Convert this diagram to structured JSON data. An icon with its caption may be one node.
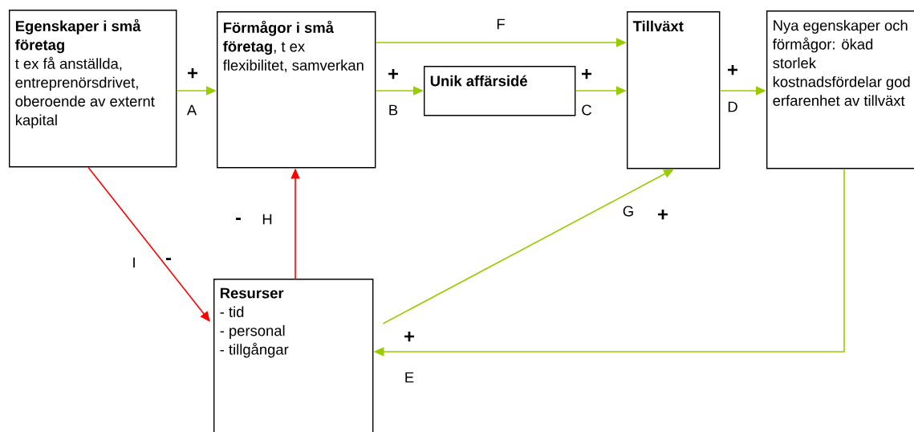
{
  "diagram": {
    "nodes": [
      {
        "text": [
          "Egenskaper i små företag",
          "t ex få anställda, entreprenörsdrivet, oberoende av externt kapital"
        ]
      },
      {
        "text": [
          "**Förmågor i små företag**, t ex flexibilitet, samverkan"
        ]
      },
      {
        "text": [
          "Unik affärsidé"
        ]
      },
      {
        "text": [
          "Tillväxt"
        ]
      },
      {
        "text": [
          "Nya egenskaper och förmågor: ökad storlek kostnadsfördelar god erfarenhet av tillväxt"
        ]
      },
      {
        "text": [
          "Resurser",
          "- tid",
          "- personal",
          "- tillgångar"
        ]
      }
    ],
    "edges": [
      {
        "from": 0,
        "to": 1,
        "arrow": "to",
        "label": "A"
      },
      {
        "from": 1,
        "to": 2,
        "arrow": "to",
        "label": "B"
      },
      {
        "from": 2,
        "to": 3,
        "arrow": "to",
        "label": "C"
      },
      {
        "from": 3,
        "to": 4,
        "arrow": "to",
        "label": "D"
      },
      {
        "from": 4,
        "to": 5,
        "arrow": "to",
        "label": "E"
      },
      {
        "from": 1,
        "to": 3,
        "arrow": "to",
        "label": "F"
      },
      {
        "from": 5,
        "to": 3,
        "arrow": "to",
        "label": "G"
      },
      {
        "from": 5,
        "to": 1,
        "arrow": "to",
        "label": "H",
        "color": "#ff0000"
      },
      {
        "from": 0,
        "to": 5,
        "arrow": "to",
        "label": "I",
        "color": "#ff0000"
      }
    ],
    "labels": [
      "+",
      "+",
      "+",
      "+",
      "-",
      "+",
      "-",
      "+"
    ]
  }
}
